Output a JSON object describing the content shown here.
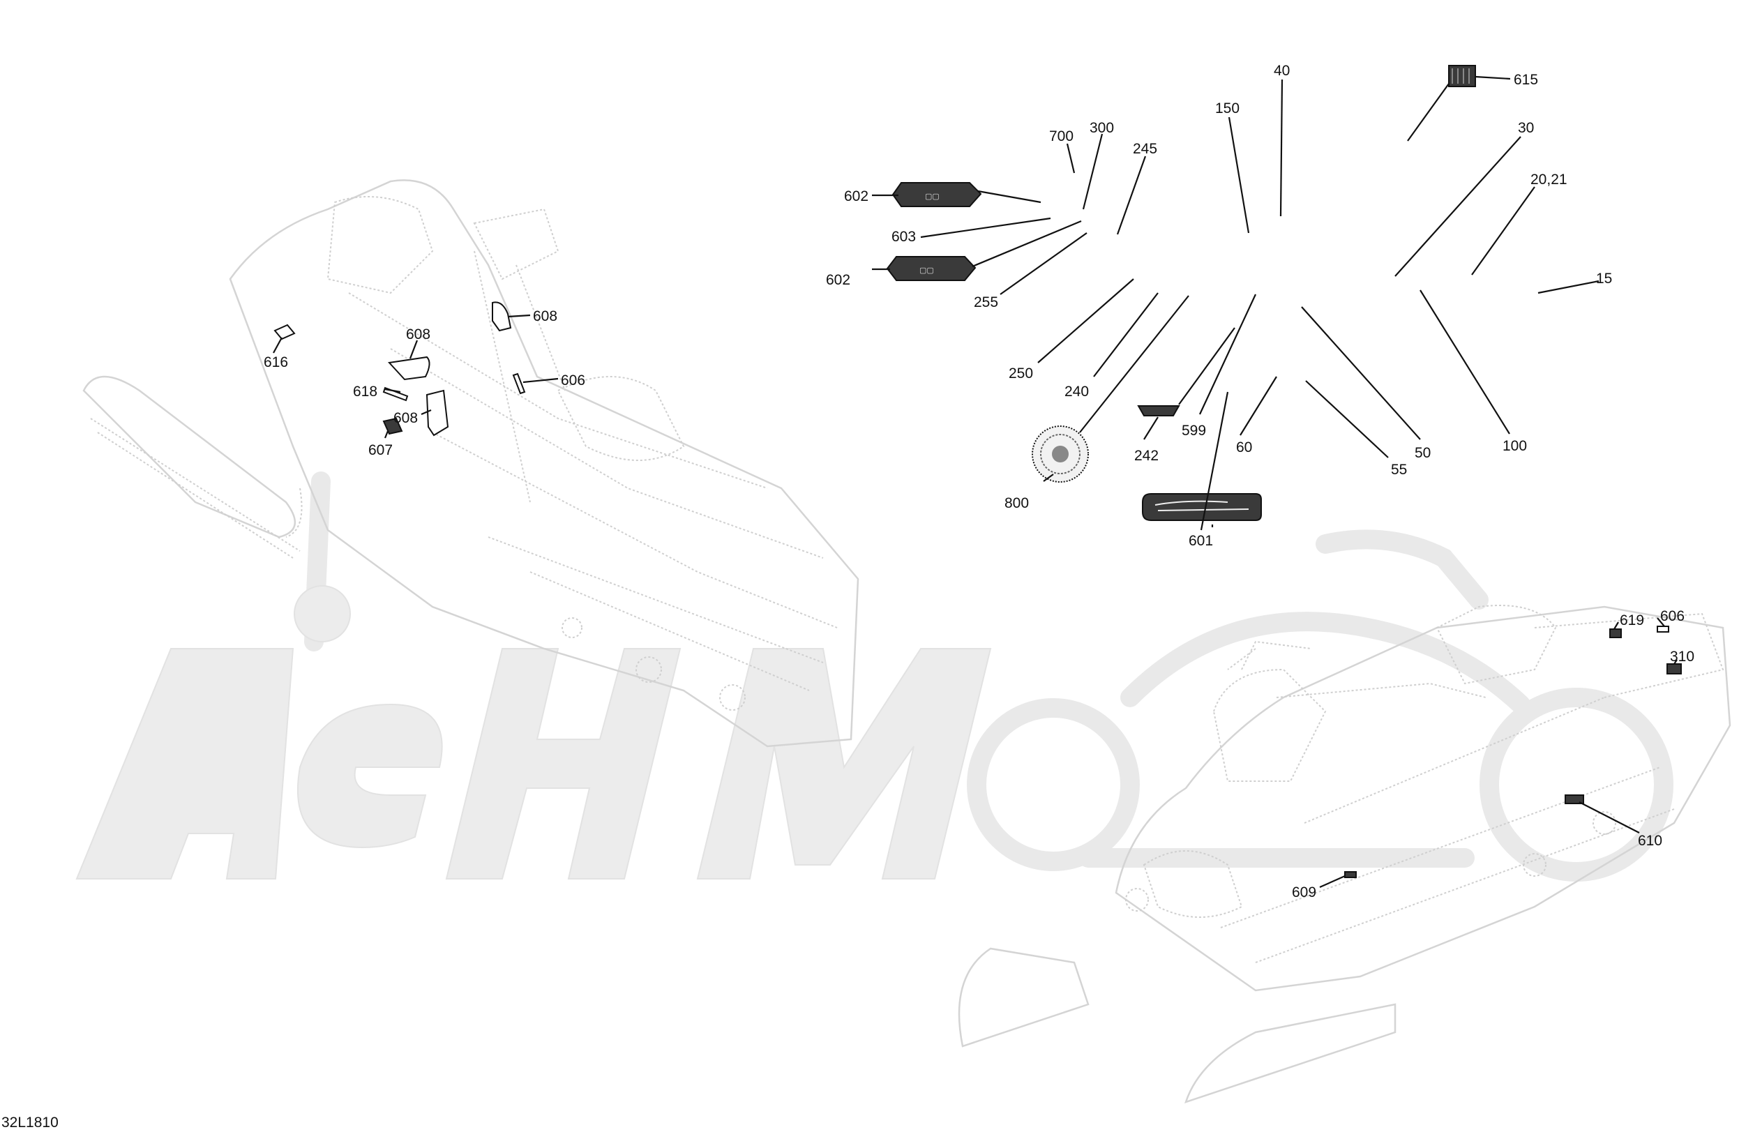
{
  "figure_code": "32L1810",
  "callouts": {
    "c700": "700",
    "c300": "300",
    "c245": "245",
    "c150": "150",
    "c40": "40",
    "c615": "615",
    "c30": "30",
    "c20_21": "20,21",
    "c15": "15",
    "c602a": "602",
    "c603": "603",
    "c602b": "602",
    "c255": "255",
    "c250": "250",
    "c240": "240",
    "c800": "800",
    "c242": "242",
    "c599": "599",
    "c60": "60",
    "c601": "601",
    "c55": "55",
    "c50": "50",
    "c100": "100",
    "l616": "616",
    "l608a": "608",
    "l608b": "608",
    "l608c": "608",
    "l618": "618",
    "l607": "607",
    "l606": "606",
    "r619": "619",
    "r606": "606",
    "r310": "310",
    "r610": "610",
    "r609": "609"
  }
}
